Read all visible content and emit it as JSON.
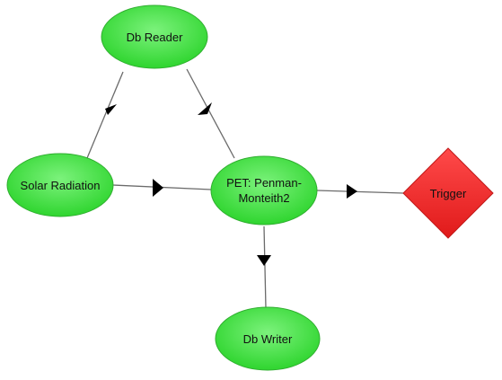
{
  "colors": {
    "node_fill": "#3ee23e",
    "node_stroke": "#2fae2f",
    "trigger_fill": "#f02020",
    "trigger_stroke": "#c01818",
    "edge": "#6b6b6b",
    "arrow": "#000000",
    "background": "#ffffff"
  },
  "nodes": {
    "db_reader": {
      "shape": "ellipse",
      "label_lines": [
        "Db Reader"
      ]
    },
    "solar_radiation": {
      "shape": "ellipse",
      "label_lines": [
        "Solar Radiation"
      ]
    },
    "pet": {
      "shape": "ellipse",
      "label_lines": [
        "PET: Penman-",
        "Monteith2"
      ]
    },
    "trigger": {
      "shape": "diamond",
      "label_lines": [
        "Trigger"
      ]
    },
    "db_writer": {
      "shape": "ellipse",
      "label_lines": [
        "Db Writer"
      ]
    }
  },
  "edges": [
    {
      "from": "db_reader",
      "to": "solar_radiation"
    },
    {
      "from": "db_reader",
      "to": "pet"
    },
    {
      "from": "solar_radiation",
      "to": "pet"
    },
    {
      "from": "pet",
      "to": "trigger"
    },
    {
      "from": "pet",
      "to": "db_writer"
    }
  ]
}
